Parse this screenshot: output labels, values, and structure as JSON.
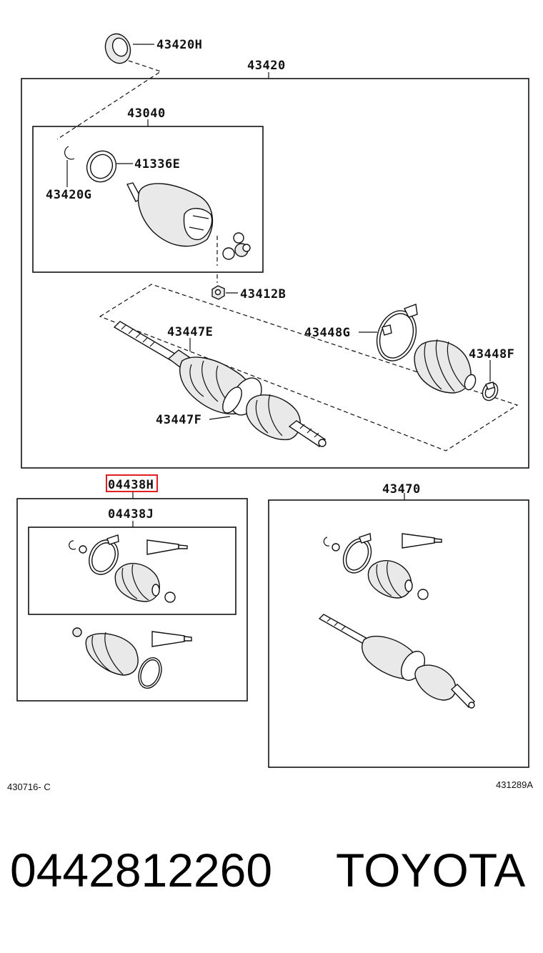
{
  "labels": {
    "p43420h": "43420H",
    "p43420": "43420",
    "p43040": "43040",
    "p41336e": "41336E",
    "p43420g": "43420G",
    "p43412b": "43412B",
    "p43447e": "43447E",
    "p43448g": "43448G",
    "p43448f": "43448F",
    "p43447f": "43447F",
    "p04438h": "04438H",
    "p04438j": "04438J",
    "p43470": "43470"
  },
  "refs": {
    "left": "430716- C",
    "right": "431289A"
  },
  "highlight_color": "#e02020",
  "footer": {
    "part_number": "0442812260",
    "brand": "TOYOTA"
  }
}
